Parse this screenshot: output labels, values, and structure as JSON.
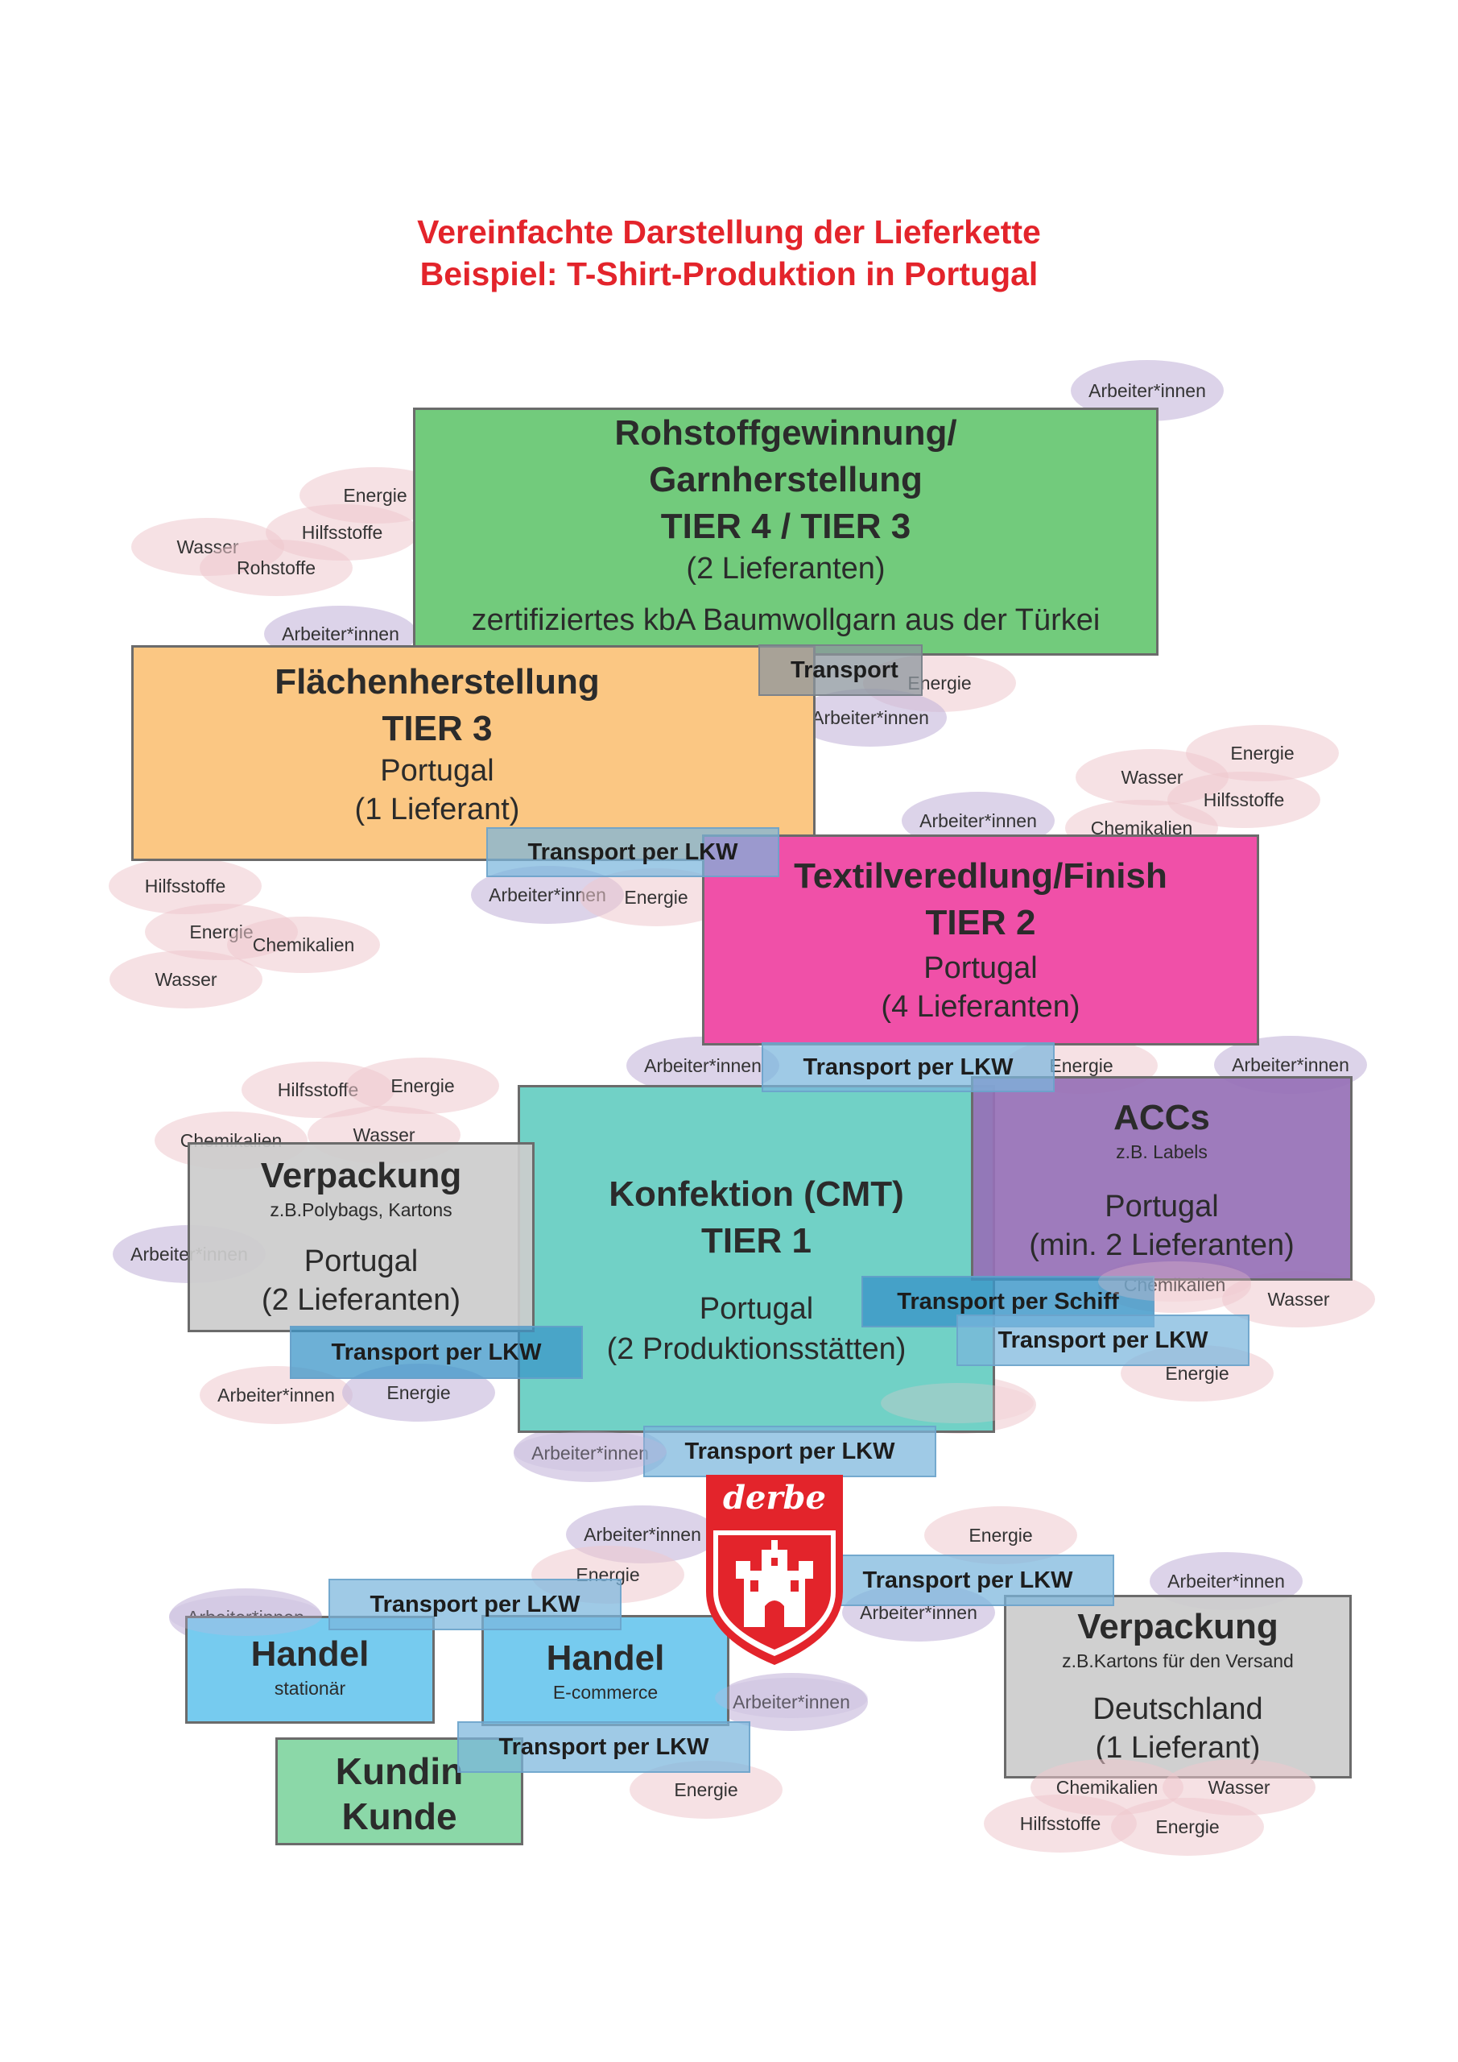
{
  "title": {
    "line1": "Vereinfachte Darstellung der Lieferkette",
    "line2": "Beispiel: T-Shirt-Produktion in Portugal"
  },
  "colors": {
    "title_red": "#e3242b",
    "rohstoff_green": "#72cb7c",
    "flaechen_orange": "#fbc783",
    "textil_pink": "#f050a8",
    "konfektion_teal": "#71d1c6",
    "accs_purple": "#9f79bd",
    "verpackung_grey": "#cccccc",
    "handel_blue": "#76cbef",
    "kunde_green": "#8bd8a8",
    "transport_blue": "#7ab6dc",
    "logo_red": "#e3242b"
  },
  "nodes": {
    "rohstoff": {
      "title1": "Rohstoffgewinnung/",
      "title2": "Garnherstellung",
      "tier": "TIER 4 / TIER 3",
      "suppliers": "(2 Lieferanten)",
      "note": "zertifiziertes kbA Baumwollgarn aus der Türkei"
    },
    "flaechen": {
      "title": "Flächenherstellung",
      "tier": "TIER 3",
      "country": "Portugal",
      "suppliers": "(1 Lieferant)"
    },
    "textil": {
      "title": "Textilveredlung/Finish",
      "tier": "TIER 2",
      "country": "Portugal",
      "suppliers": "(4 Lieferanten)"
    },
    "konfektion": {
      "title": "Konfektion (CMT)",
      "tier": "TIER 1",
      "country": "Portugal",
      "suppliers": "(2 Produktionsstätten)"
    },
    "accs": {
      "title": "ACCs",
      "sub": "z.B. Labels",
      "country": "Portugal",
      "suppliers": "(min. 2 Lieferanten)"
    },
    "verpackung_pt": {
      "title": "Verpackung",
      "sub": "z.B.Polybags, Kartons",
      "country": "Portugal",
      "suppliers": "(2 Lieferanten)"
    },
    "verpackung_de": {
      "title": "Verpackung",
      "sub": "z.B.Kartons für den Versand",
      "country": "Deutschland",
      "suppliers": "(1 Lieferant)"
    },
    "handel_stationaer": {
      "title": "Handel",
      "sub": "stationär"
    },
    "handel_ecommerce": {
      "title": "Handel",
      "sub": "E-commerce"
    },
    "kunde": {
      "line1": "Kundin",
      "line2": "Kunde"
    }
  },
  "transports": {
    "t_rohstoff": "Transport",
    "t_flaechen": "Transport per LKW",
    "t_textil": "Transport per LKW",
    "t_schiff": "Transport per Schiff",
    "t_accs": "Transport per LKW",
    "t_verpackung": "Transport per LKW",
    "t_konfektion": "Transport per LKW",
    "t_handel_stat": "Transport per LKW",
    "t_vp_de": "Transport per LKW",
    "t_handel_ecom": "Transport per LKW"
  },
  "logo": {
    "text": "derbe",
    "icon": "hamburg-castle-shield-icon"
  },
  "resources": [
    {
      "id": "r1",
      "label": "Arbeiter*innen"
    },
    {
      "id": "r2",
      "label": "Energie"
    },
    {
      "id": "r3",
      "label": "Hilfsstoffe"
    },
    {
      "id": "r4",
      "label": "Wasser"
    },
    {
      "id": "r5",
      "label": "Rohstoffe"
    },
    {
      "id": "r6",
      "label": "Arbeiter*innen"
    },
    {
      "id": "r7",
      "label": "Energie"
    },
    {
      "id": "r8",
      "label": "Arbeiter*innen"
    },
    {
      "id": "r9",
      "label": "Wasser"
    },
    {
      "id": "r10",
      "label": "Energie"
    },
    {
      "id": "r11",
      "label": "Hilfsstoffe"
    },
    {
      "id": "r12",
      "label": "Chemikalien"
    },
    {
      "id": "r13",
      "label": "Arbeiter*innen"
    },
    {
      "id": "r14",
      "label": "Hilfsstoffe"
    },
    {
      "id": "r15",
      "label": "Energie"
    },
    {
      "id": "r16",
      "label": "Chemikalien"
    },
    {
      "id": "r17",
      "label": "Wasser"
    },
    {
      "id": "r18",
      "label": "Arbeiter*innen"
    },
    {
      "id": "r19",
      "label": "Energie"
    },
    {
      "id": "r20",
      "label": "Arbeiter*innen"
    },
    {
      "id": "r21",
      "label": "Energie"
    },
    {
      "id": "r22",
      "label": "Arbeiter*innen"
    },
    {
      "id": "r23",
      "label": "Hilfsstoffe"
    },
    {
      "id": "r24",
      "label": "Energie"
    },
    {
      "id": "r25",
      "label": "Chemikalien"
    },
    {
      "id": "r26",
      "label": "Wasser"
    },
    {
      "id": "r27",
      "label": "Arbeiter*innen"
    },
    {
      "id": "r28",
      "label": "Chemikalien"
    },
    {
      "id": "r29",
      "label": "Wasser"
    },
    {
      "id": "r30",
      "label": "Energie"
    },
    {
      "id": "r31",
      "label": "Energie"
    },
    {
      "id": "r32",
      "label": "Arbeiter*innen"
    },
    {
      "id": "r33",
      "label": "Energie"
    },
    {
      "id": "r34",
      "label": "Arbeiter*innen"
    },
    {
      "id": "r35",
      "label": "Arbeiter*innen"
    },
    {
      "id": "r36",
      "label": "Energie"
    },
    {
      "id": "r37",
      "label": "Energie"
    },
    {
      "id": "r38",
      "label": "Arbeiter*innen"
    },
    {
      "id": "r39",
      "label": "Arbeiter*innen"
    },
    {
      "id": "r40",
      "label": "Arbeiter*innen"
    },
    {
      "id": "r41",
      "label": "Arbeiter*innen"
    },
    {
      "id": "r42",
      "label": "Energie"
    },
    {
      "id": "r43",
      "label": "Chemikalien"
    },
    {
      "id": "r44",
      "label": "Wasser"
    },
    {
      "id": "r45",
      "label": "Hilfsstoffe"
    },
    {
      "id": "r46",
      "label": "Energie"
    }
  ]
}
